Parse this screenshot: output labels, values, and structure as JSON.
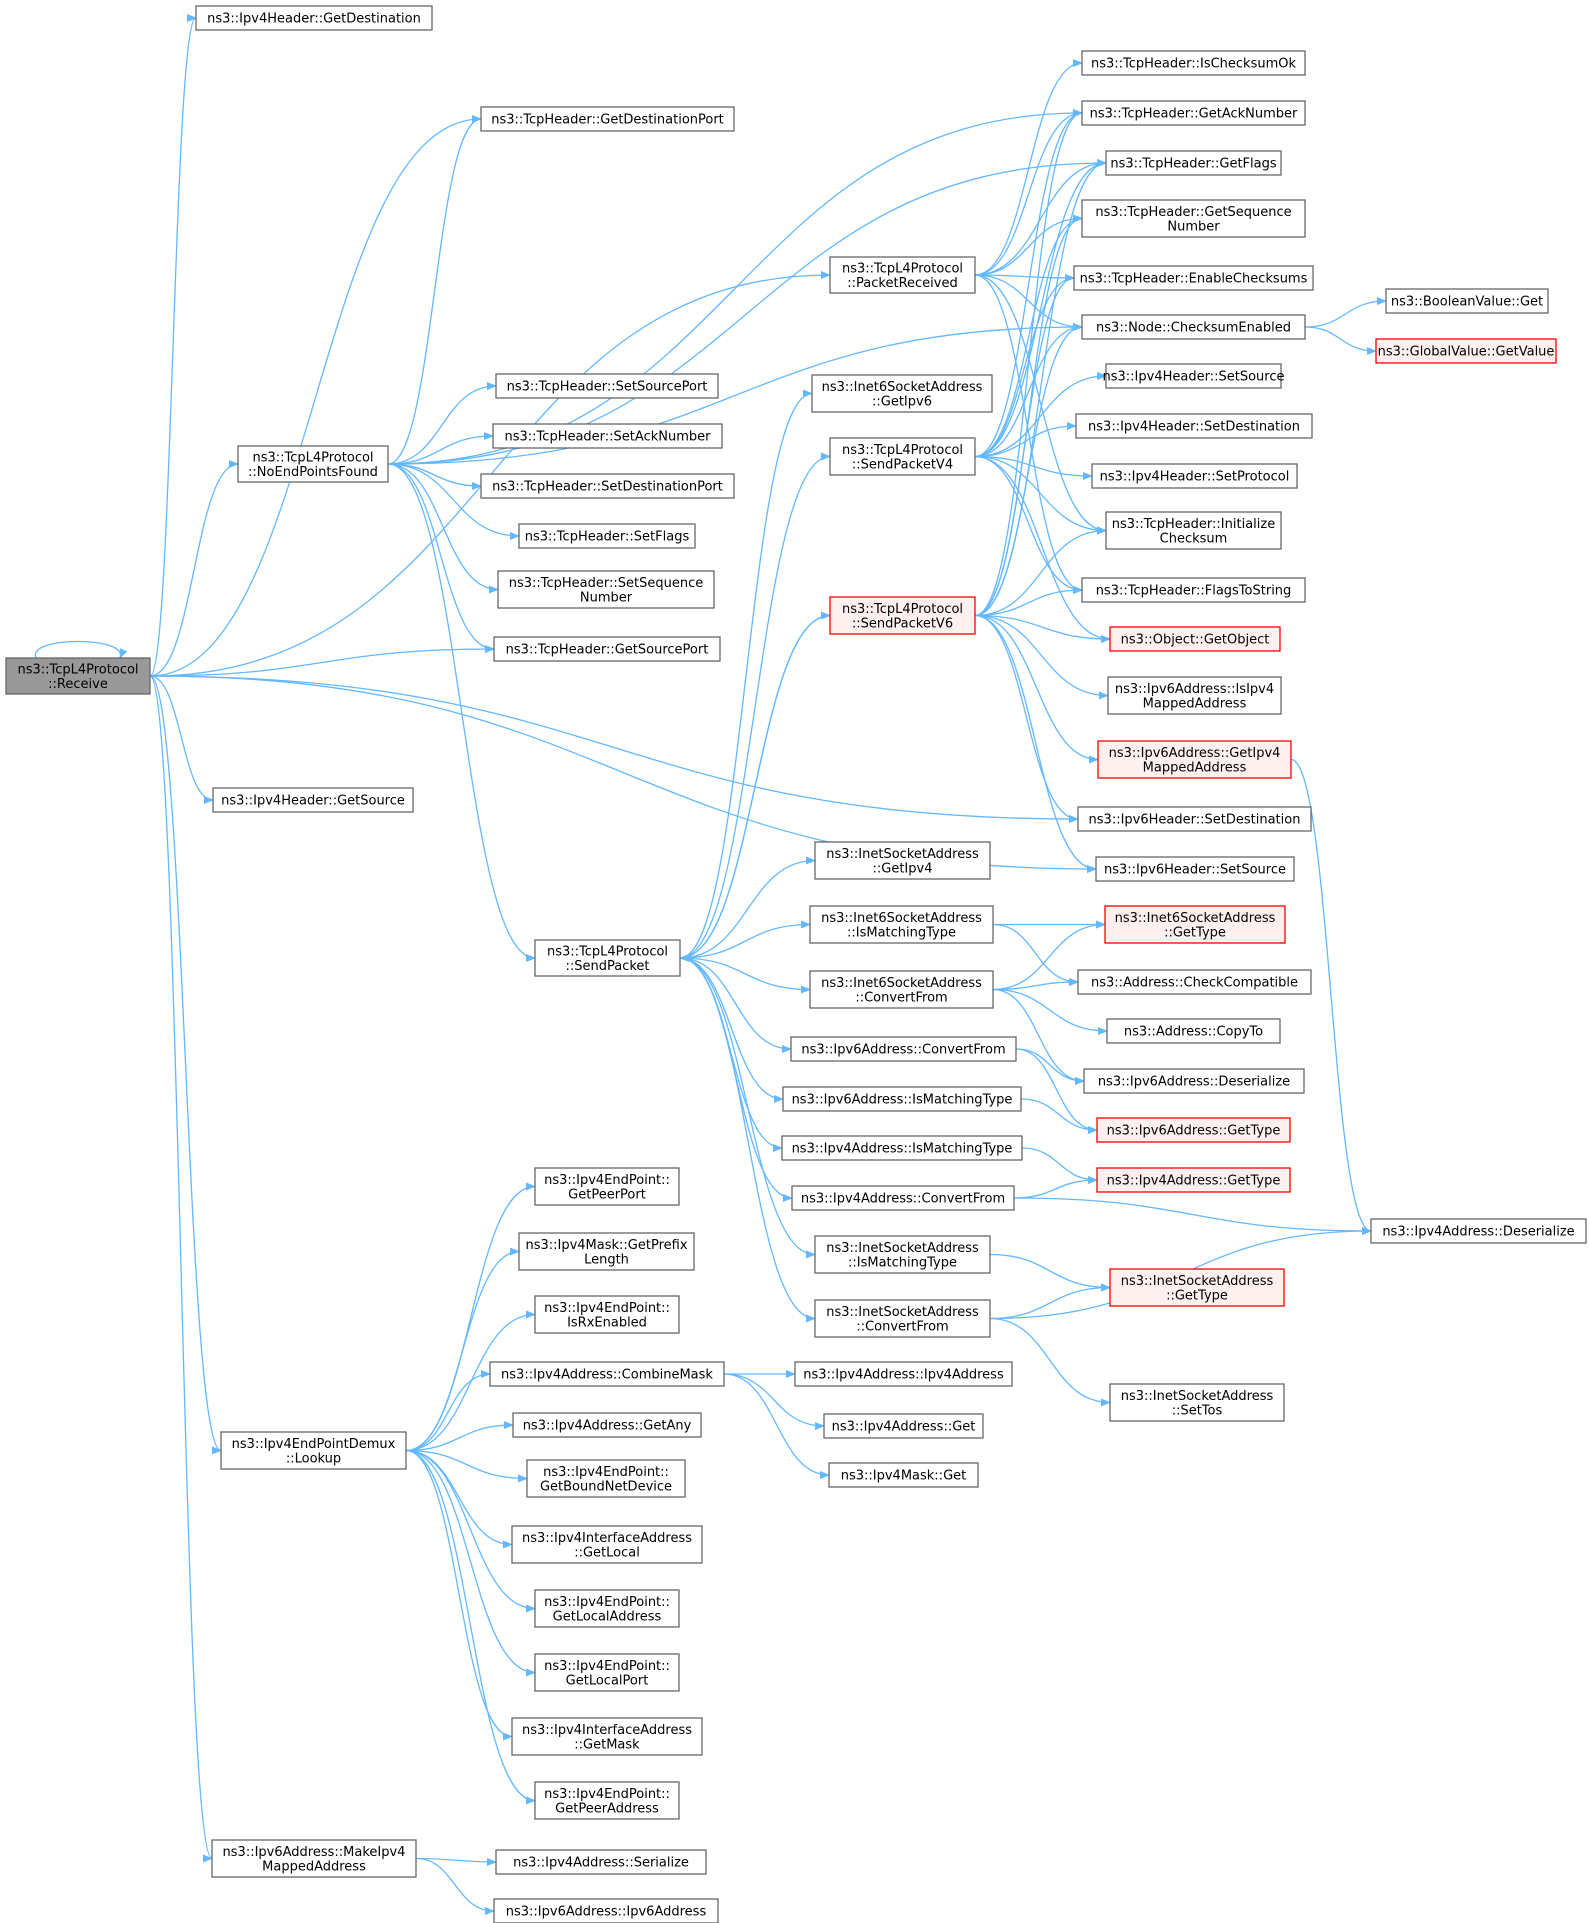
{
  "colors": {
    "edge": "#63b8ff",
    "node_border": "#666666",
    "node_fill": "#ffffff",
    "root_fill": "#999999",
    "root_border": "#666666",
    "highlight_border": "#ff0000",
    "highlight_fill": "#fff0f0"
  },
  "nodes": [
    {
      "id": "receive",
      "lines": [
        "ns3::TcpL4Protocol",
        "::Receive"
      ],
      "style": "root"
    },
    {
      "id": "v4h_getdest",
      "lines": [
        "ns3::Ipv4Header::GetDestination"
      ],
      "style": "normal"
    },
    {
      "id": "th_getdestport",
      "lines": [
        "ns3::TcpHeader::GetDestinationPort"
      ],
      "style": "normal"
    },
    {
      "id": "packetreceived",
      "lines": [
        "ns3::TcpL4Protocol",
        "::PacketReceived"
      ],
      "style": "normal"
    },
    {
      "id": "th_ischk",
      "lines": [
        "ns3::TcpHeader::IsChecksumOk"
      ],
      "style": "normal"
    },
    {
      "id": "th_getack",
      "lines": [
        "ns3::TcpHeader::GetAckNumber"
      ],
      "style": "normal"
    },
    {
      "id": "th_getflags",
      "lines": [
        "ns3::TcpHeader::GetFlags"
      ],
      "style": "normal"
    },
    {
      "id": "th_getseq",
      "lines": [
        "ns3::TcpHeader::GetSequence",
        "Number"
      ],
      "style": "normal"
    },
    {
      "id": "th_enablechk",
      "lines": [
        "ns3::TcpHeader::EnableChecksums"
      ],
      "style": "normal"
    },
    {
      "id": "node_chk",
      "lines": [
        "ns3::Node::ChecksumEnabled"
      ],
      "style": "normal"
    },
    {
      "id": "bool_get",
      "lines": [
        "ns3::BooleanValue::Get"
      ],
      "style": "normal"
    },
    {
      "id": "gv_getvalue",
      "lines": [
        "ns3::GlobalValue::GetValue"
      ],
      "style": "highlight"
    },
    {
      "id": "v4h_setsrc",
      "lines": [
        "ns3::Ipv4Header::SetSource"
      ],
      "style": "normal"
    },
    {
      "id": "v4h_setdest",
      "lines": [
        "ns3::Ipv4Header::SetDestination"
      ],
      "style": "normal"
    },
    {
      "id": "v4h_setproto",
      "lines": [
        "ns3::Ipv4Header::SetProtocol"
      ],
      "style": "normal"
    },
    {
      "id": "th_initchk",
      "lines": [
        "ns3::TcpHeader::Initialize",
        "Checksum"
      ],
      "style": "normal"
    },
    {
      "id": "th_flagstostr",
      "lines": [
        "ns3::TcpHeader::FlagsToString"
      ],
      "style": "normal"
    },
    {
      "id": "obj_getobj",
      "lines": [
        "ns3::Object::GetObject"
      ],
      "style": "highlight"
    },
    {
      "id": "v6a_isv4mapped",
      "lines": [
        "ns3::Ipv6Address::IsIpv4",
        "MappedAddress"
      ],
      "style": "normal"
    },
    {
      "id": "v6a_getv4mapped",
      "lines": [
        "ns3::Ipv6Address::GetIpv4",
        "MappedAddress"
      ],
      "style": "highlight"
    },
    {
      "id": "v6h_setdest",
      "lines": [
        "ns3::Ipv6Header::SetDestination"
      ],
      "style": "normal"
    },
    {
      "id": "v6h_setsrc",
      "lines": [
        "ns3::Ipv6Header::SetSource"
      ],
      "style": "normal"
    },
    {
      "id": "nefound",
      "lines": [
        "ns3::TcpL4Protocol",
        "::NoEndPointsFound"
      ],
      "style": "normal"
    },
    {
      "id": "th_setsrcport",
      "lines": [
        "ns3::TcpHeader::SetSourcePort"
      ],
      "style": "normal"
    },
    {
      "id": "th_setack",
      "lines": [
        "ns3::TcpHeader::SetAckNumber"
      ],
      "style": "normal"
    },
    {
      "id": "th_setdestport",
      "lines": [
        "ns3::TcpHeader::SetDestinationPort"
      ],
      "style": "normal"
    },
    {
      "id": "th_setflags",
      "lines": [
        "ns3::TcpHeader::SetFlags"
      ],
      "style": "normal"
    },
    {
      "id": "th_setseq",
      "lines": [
        "ns3::TcpHeader::SetSequence",
        "Number"
      ],
      "style": "normal"
    },
    {
      "id": "th_getsrcport",
      "lines": [
        "ns3::TcpHeader::GetSourcePort"
      ],
      "style": "normal"
    },
    {
      "id": "i6sa_getipv6",
      "lines": [
        "ns3::Inet6SocketAddress",
        "::GetIpv6"
      ],
      "style": "normal"
    },
    {
      "id": "sendv4",
      "lines": [
        "ns3::TcpL4Protocol",
        "::SendPacketV4"
      ],
      "style": "normal"
    },
    {
      "id": "sendv6",
      "lines": [
        "ns3::TcpL4Protocol",
        "::SendPacketV6"
      ],
      "style": "highlight"
    },
    {
      "id": "v4h_getsrc",
      "lines": [
        "ns3::Ipv4Header::GetSource"
      ],
      "style": "normal"
    },
    {
      "id": "sendpacket",
      "lines": [
        "ns3::TcpL4Protocol",
        "::SendPacket"
      ],
      "style": "normal"
    },
    {
      "id": "isa_getipv4",
      "lines": [
        "ns3::InetSocketAddress",
        "::GetIpv4"
      ],
      "style": "normal"
    },
    {
      "id": "i6sa_ismatch",
      "lines": [
        "ns3::Inet6SocketAddress",
        "::IsMatchingType"
      ],
      "style": "normal"
    },
    {
      "id": "i6sa_gettype",
      "lines": [
        "ns3::Inet6SocketAddress",
        "::GetType"
      ],
      "style": "highlight"
    },
    {
      "id": "i6sa_convert",
      "lines": [
        "ns3::Inet6SocketAddress",
        "::ConvertFrom"
      ],
      "style": "normal"
    },
    {
      "id": "addr_checkcompat",
      "lines": [
        "ns3::Address::CheckCompatible"
      ],
      "style": "normal"
    },
    {
      "id": "addr_copyto",
      "lines": [
        "ns3::Address::CopyTo"
      ],
      "style": "normal"
    },
    {
      "id": "v6a_convert",
      "lines": [
        "ns3::Ipv6Address::ConvertFrom"
      ],
      "style": "normal"
    },
    {
      "id": "v6a_deser",
      "lines": [
        "ns3::Ipv6Address::Deserialize"
      ],
      "style": "normal"
    },
    {
      "id": "v6a_ismatch",
      "lines": [
        "ns3::Ipv6Address::IsMatchingType"
      ],
      "style": "normal"
    },
    {
      "id": "v6a_gettype",
      "lines": [
        "ns3::Ipv6Address::GetType"
      ],
      "style": "highlight"
    },
    {
      "id": "v4a_ismatch",
      "lines": [
        "ns3::Ipv4Address::IsMatchingType"
      ],
      "style": "normal"
    },
    {
      "id": "v4a_gettype",
      "lines": [
        "ns3::Ipv4Address::GetType"
      ],
      "style": "highlight"
    },
    {
      "id": "v4a_convert",
      "lines": [
        "ns3::Ipv4Address::ConvertFrom"
      ],
      "style": "normal"
    },
    {
      "id": "v4a_deser",
      "lines": [
        "ns3::Ipv4Address::Deserialize"
      ],
      "style": "normal"
    },
    {
      "id": "isa_ismatch",
      "lines": [
        "ns3::InetSocketAddress",
        "::IsMatchingType"
      ],
      "style": "normal"
    },
    {
      "id": "isa_gettype",
      "lines": [
        "ns3::InetSocketAddress",
        "::GetType"
      ],
      "style": "highlight"
    },
    {
      "id": "isa_convert",
      "lines": [
        "ns3::InetSocketAddress",
        "::ConvertFrom"
      ],
      "style": "normal"
    },
    {
      "id": "isa_settos",
      "lines": [
        "ns3::InetSocketAddress",
        "::SetTos"
      ],
      "style": "normal"
    },
    {
      "id": "v4ep_getpeerport",
      "lines": [
        "ns3::Ipv4EndPoint::",
        "GetPeerPort"
      ],
      "style": "normal"
    },
    {
      "id": "v4mask_getprefix",
      "lines": [
        "ns3::Ipv4Mask::GetPrefix",
        "Length"
      ],
      "style": "normal"
    },
    {
      "id": "v4ep_isrx",
      "lines": [
        "ns3::Ipv4EndPoint::",
        "IsRxEnabled"
      ],
      "style": "normal"
    },
    {
      "id": "v4a_combine",
      "lines": [
        "ns3::Ipv4Address::CombineMask"
      ],
      "style": "normal"
    },
    {
      "id": "v4a_ctor",
      "lines": [
        "ns3::Ipv4Address::Ipv4Address"
      ],
      "style": "normal"
    },
    {
      "id": "v4a_getany",
      "lines": [
        "ns3::Ipv4Address::GetAny"
      ],
      "style": "normal"
    },
    {
      "id": "v4a_get",
      "lines": [
        "ns3::Ipv4Address::Get"
      ],
      "style": "normal"
    },
    {
      "id": "v4mask_get",
      "lines": [
        "ns3::Ipv4Mask::Get"
      ],
      "style": "normal"
    },
    {
      "id": "demux_lookup",
      "lines": [
        "ns3::Ipv4EndPointDemux",
        "::Lookup"
      ],
      "style": "normal"
    },
    {
      "id": "v4ep_getbound",
      "lines": [
        "ns3::Ipv4EndPoint::",
        "GetBoundNetDevice"
      ],
      "style": "normal"
    },
    {
      "id": "v4ia_getlocal",
      "lines": [
        "ns3::Ipv4InterfaceAddress",
        "::GetLocal"
      ],
      "style": "normal"
    },
    {
      "id": "v4ep_getlocaladdr",
      "lines": [
        "ns3::Ipv4EndPoint::",
        "GetLocalAddress"
      ],
      "style": "normal"
    },
    {
      "id": "v4ep_getlocalport",
      "lines": [
        "ns3::Ipv4EndPoint::",
        "GetLocalPort"
      ],
      "style": "normal"
    },
    {
      "id": "v4ia_getmask",
      "lines": [
        "ns3::Ipv4InterfaceAddress",
        "::GetMask"
      ],
      "style": "normal"
    },
    {
      "id": "v4ep_getpeeraddr",
      "lines": [
        "ns3::Ipv4EndPoint::",
        "GetPeerAddress"
      ],
      "style": "normal"
    },
    {
      "id": "v6a_makev4mapped",
      "lines": [
        "ns3::Ipv6Address::MakeIpv4",
        "MappedAddress"
      ],
      "style": "normal"
    },
    {
      "id": "v4a_serialize",
      "lines": [
        "ns3::Ipv4Address::Serialize"
      ],
      "style": "normal"
    },
    {
      "id": "v6a_ctor",
      "lines": [
        "ns3::Ipv6Address::Ipv6Address"
      ],
      "style": "normal"
    }
  ],
  "edges": [
    [
      "receive",
      "receive"
    ],
    [
      "receive",
      "v4h_getdest"
    ],
    [
      "receive",
      "th_getdestport"
    ],
    [
      "receive",
      "packetreceived"
    ],
    [
      "receive",
      "nefound"
    ],
    [
      "receive",
      "th_getsrcport"
    ],
    [
      "receive",
      "v6h_setdest"
    ],
    [
      "receive",
      "v6h_setsrc"
    ],
    [
      "receive",
      "v4h_getsrc"
    ],
    [
      "receive",
      "demux_lookup"
    ],
    [
      "receive",
      "v6a_makev4mapped"
    ],
    [
      "packetreceived",
      "th_ischk"
    ],
    [
      "packetreceived",
      "th_getack"
    ],
    [
      "packetreceived",
      "th_getflags"
    ],
    [
      "packetreceived",
      "th_getseq"
    ],
    [
      "packetreceived",
      "th_enablechk"
    ],
    [
      "packetreceived",
      "node_chk"
    ],
    [
      "packetreceived",
      "th_initchk"
    ],
    [
      "packetreceived",
      "th_flagstostr"
    ],
    [
      "node_chk",
      "bool_get"
    ],
    [
      "node_chk",
      "gv_getvalue"
    ],
    [
      "nefound",
      "th_getdestport"
    ],
    [
      "nefound",
      "th_getack"
    ],
    [
      "nefound",
      "th_getflags"
    ],
    [
      "nefound",
      "node_chk"
    ],
    [
      "nefound",
      "th_setsrcport"
    ],
    [
      "nefound",
      "th_setack"
    ],
    [
      "nefound",
      "th_setdestport"
    ],
    [
      "nefound",
      "th_setflags"
    ],
    [
      "nefound",
      "th_setseq"
    ],
    [
      "nefound",
      "th_getsrcport"
    ],
    [
      "nefound",
      "sendpacket"
    ],
    [
      "sendv4",
      "th_getack"
    ],
    [
      "sendv4",
      "th_getflags"
    ],
    [
      "sendv4",
      "th_getseq"
    ],
    [
      "sendv4",
      "th_enablechk"
    ],
    [
      "sendv4",
      "node_chk"
    ],
    [
      "sendv4",
      "v4h_setsrc"
    ],
    [
      "sendv4",
      "v4h_setdest"
    ],
    [
      "sendv4",
      "v4h_setproto"
    ],
    [
      "sendv4",
      "th_initchk"
    ],
    [
      "sendv4",
      "th_flagstostr"
    ],
    [
      "sendv4",
      "obj_getobj"
    ],
    [
      "sendv6",
      "th_getack"
    ],
    [
      "sendv6",
      "th_getflags"
    ],
    [
      "sendv6",
      "th_getseq"
    ],
    [
      "sendv6",
      "th_enablechk"
    ],
    [
      "sendv6",
      "node_chk"
    ],
    [
      "sendv6",
      "th_initchk"
    ],
    [
      "sendv6",
      "th_flagstostr"
    ],
    [
      "sendv6",
      "obj_getobj"
    ],
    [
      "sendv6",
      "v6a_isv4mapped"
    ],
    [
      "sendv6",
      "v6a_getv4mapped"
    ],
    [
      "sendv6",
      "v6h_setdest"
    ],
    [
      "sendv6",
      "v6h_setsrc"
    ],
    [
      "sendv6",
      "sendpacket"
    ],
    [
      "v6a_getv4mapped",
      "v4a_deser"
    ],
    [
      "sendpacket",
      "i6sa_getipv6"
    ],
    [
      "sendpacket",
      "sendv4"
    ],
    [
      "sendpacket",
      "sendv6"
    ],
    [
      "sendpacket",
      "isa_getipv4"
    ],
    [
      "sendpacket",
      "i6sa_ismatch"
    ],
    [
      "sendpacket",
      "i6sa_convert"
    ],
    [
      "sendpacket",
      "v6a_convert"
    ],
    [
      "sendpacket",
      "v6a_ismatch"
    ],
    [
      "sendpacket",
      "v4a_ismatch"
    ],
    [
      "sendpacket",
      "v4a_convert"
    ],
    [
      "sendpacket",
      "isa_ismatch"
    ],
    [
      "sendpacket",
      "isa_convert"
    ],
    [
      "i6sa_ismatch",
      "i6sa_gettype"
    ],
    [
      "i6sa_ismatch",
      "addr_checkcompat"
    ],
    [
      "i6sa_convert",
      "i6sa_gettype"
    ],
    [
      "i6sa_convert",
      "addr_checkcompat"
    ],
    [
      "i6sa_convert",
      "addr_copyto"
    ],
    [
      "i6sa_convert",
      "v6a_deser"
    ],
    [
      "v6a_convert",
      "v6a_deser"
    ],
    [
      "v6a_convert",
      "v6a_gettype"
    ],
    [
      "v6a_ismatch",
      "v6a_gettype"
    ],
    [
      "v4a_ismatch",
      "v4a_gettype"
    ],
    [
      "v4a_convert",
      "v4a_gettype"
    ],
    [
      "v4a_convert",
      "v4a_deser"
    ],
    [
      "isa_ismatch",
      "isa_gettype"
    ],
    [
      "isa_convert",
      "isa_gettype"
    ],
    [
      "isa_convert",
      "v4a_deser"
    ],
    [
      "isa_convert",
      "isa_settos"
    ],
    [
      "demux_lookup",
      "v4ep_getpeerport"
    ],
    [
      "demux_lookup",
      "v4mask_getprefix"
    ],
    [
      "demux_lookup",
      "v4ep_isrx"
    ],
    [
      "demux_lookup",
      "v4a_combine"
    ],
    [
      "demux_lookup",
      "v4a_getany"
    ],
    [
      "demux_lookup",
      "v4ep_getbound"
    ],
    [
      "demux_lookup",
      "v4ia_getlocal"
    ],
    [
      "demux_lookup",
      "v4ep_getlocaladdr"
    ],
    [
      "demux_lookup",
      "v4ep_getlocalport"
    ],
    [
      "demux_lookup",
      "v4ia_getmask"
    ],
    [
      "demux_lookup",
      "v4ep_getpeeraddr"
    ],
    [
      "v4a_combine",
      "v4a_ctor"
    ],
    [
      "v4a_combine",
      "v4a_get"
    ],
    [
      "v4a_combine",
      "v4mask_get"
    ],
    [
      "v6a_makev4mapped",
      "v4a_serialize"
    ],
    [
      "v6a_makev4mapped",
      "v6a_ctor"
    ]
  ]
}
